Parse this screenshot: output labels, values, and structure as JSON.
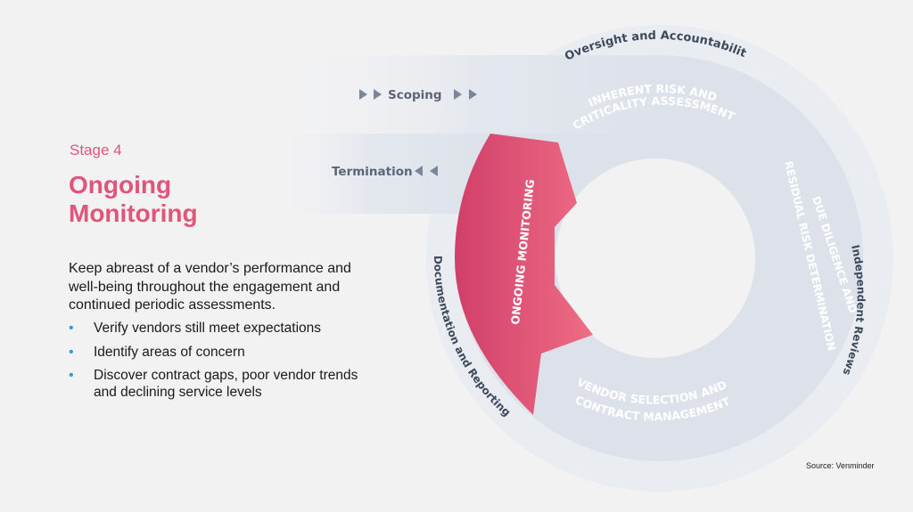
{
  "stage": {
    "label": "Stage 4",
    "title": "Ongoing Monitoring",
    "description": "Keep abreast of a vendor’s performance and well-being throughout the engagement and continued periodic assessments.",
    "bullets": [
      "Verify vendors still meet expectations",
      "Identify areas of concern",
      "Discover contract gaps, poor vendor trends and declining service levels"
    ]
  },
  "diagram": {
    "outer_ring": {
      "top": "Oversight and Accountability",
      "right": "Independent Reviews",
      "left": "Documentation and Reporting"
    },
    "stages": {
      "inherent_risk_line1": "INHERENT RISK AND",
      "inherent_risk_line2": "CRITICALITY ASSESSMENT",
      "due_diligence_line1": "DUE DILIGENCE AND",
      "due_diligence_line2": "RESIDUAL  RISK DETERMINATION",
      "vendor_selection_line1": "VENDOR SELECTION AND",
      "vendor_selection_line2": "CONTRACT MANAGEMENT",
      "ongoing_monitoring": "ONGOING MONITORING"
    },
    "arrows": {
      "scoping": "Scoping",
      "termination": "Termination"
    },
    "colors": {
      "highlight": "#e0557a",
      "ring": "#dde2ea",
      "outer_ring": "#e9ecf1",
      "text": "#ffffff",
      "outer_text": "#3d4a5c",
      "bullet": "#2a9fd8"
    }
  },
  "source": "Source: Venminder"
}
